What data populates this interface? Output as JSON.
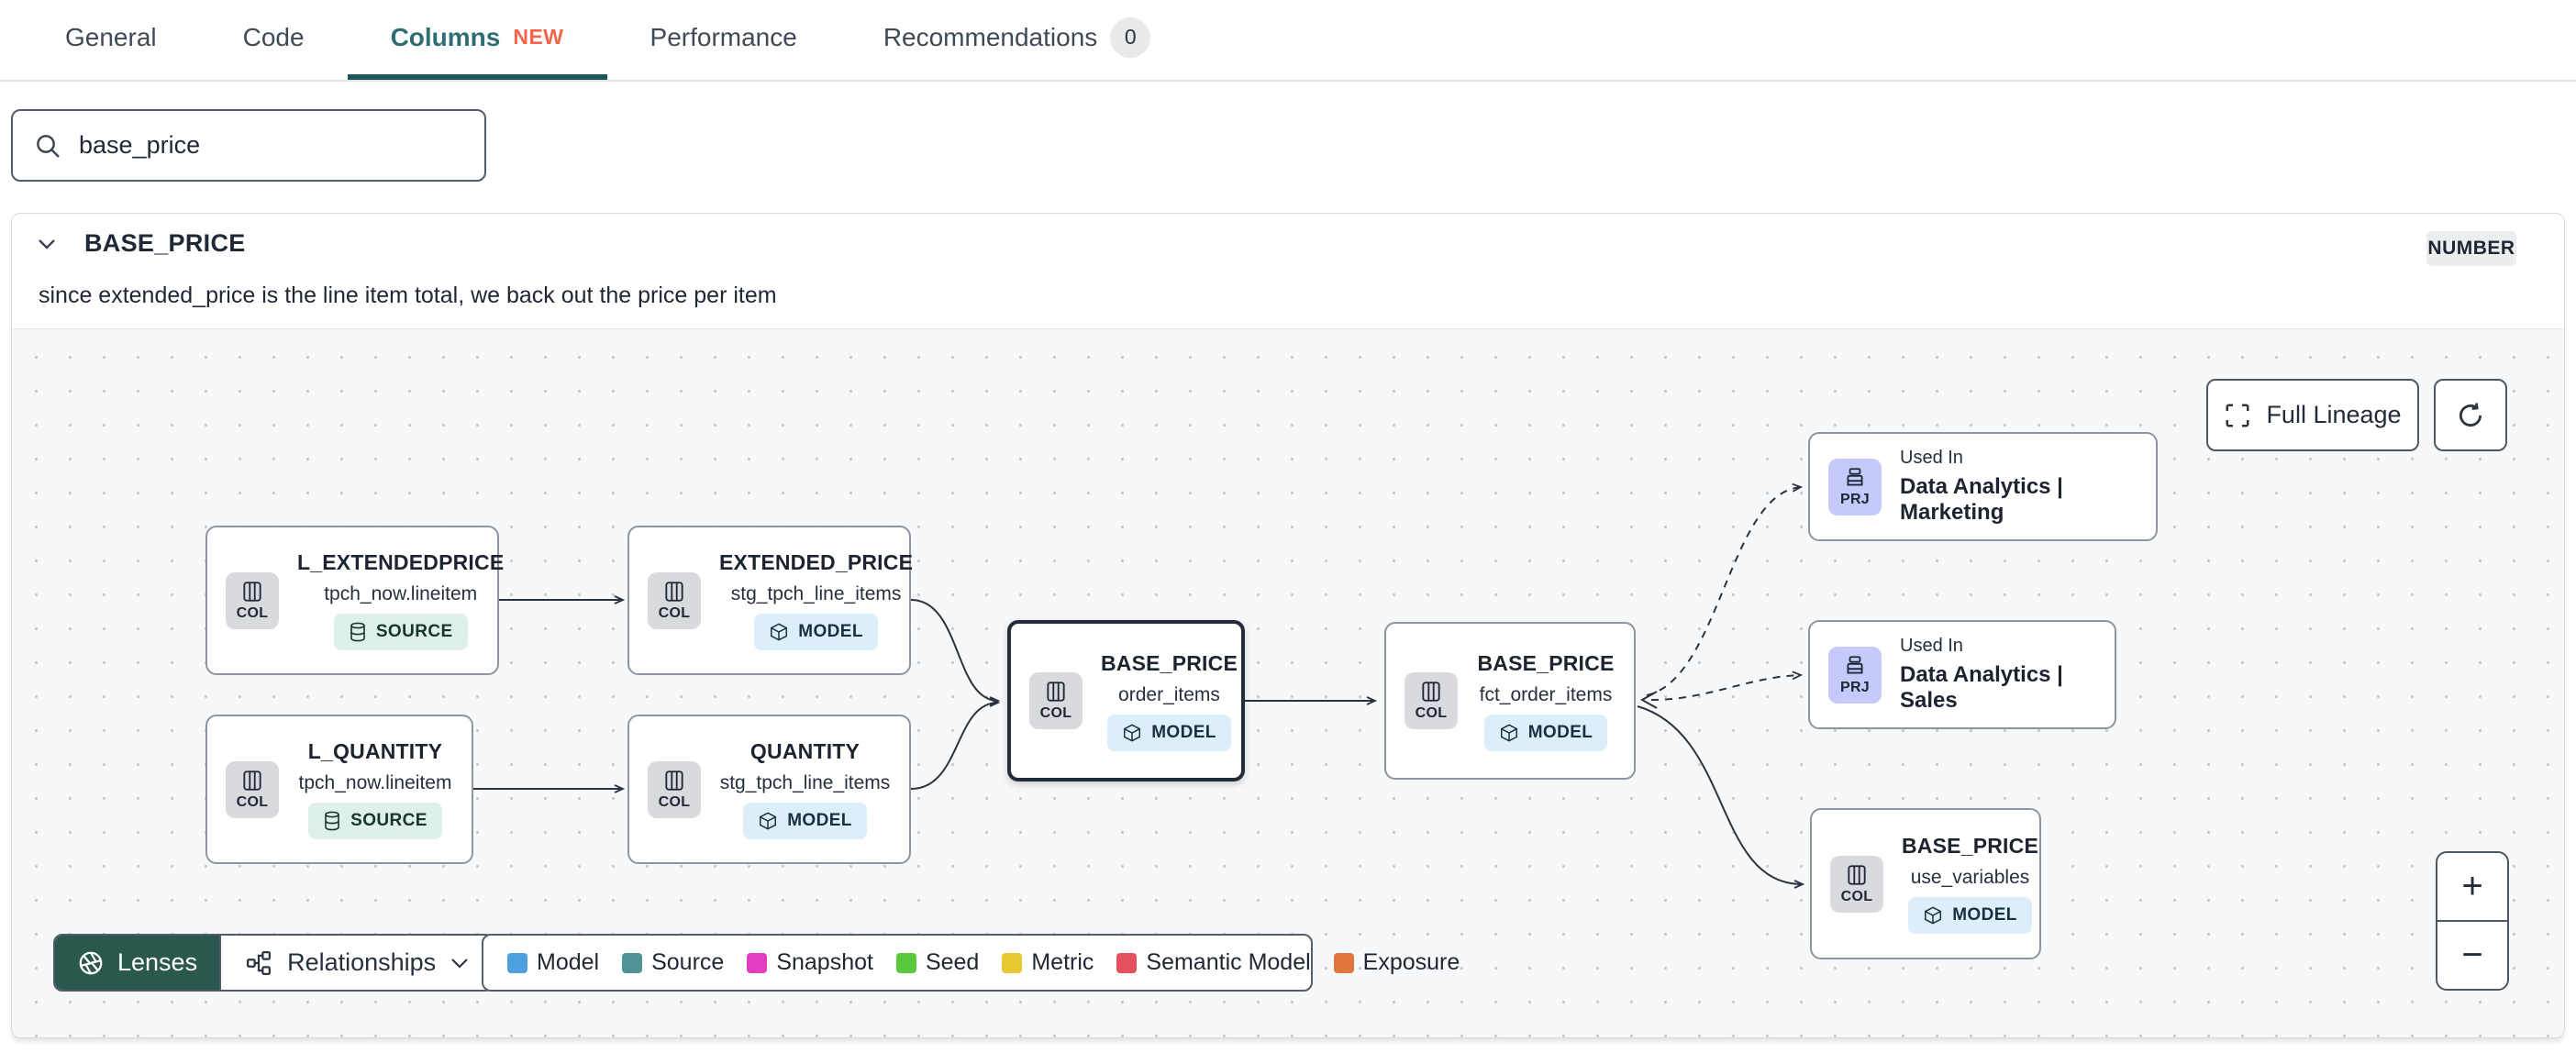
{
  "tabs": {
    "items": [
      "General",
      "Code",
      "Columns",
      "Performance",
      "Recommendations"
    ],
    "new_badge": "NEW",
    "recommendations_count": "0"
  },
  "search": {
    "value": "base_price"
  },
  "panel": {
    "column_name": "BASE_PRICE",
    "type_badge": "NUMBER",
    "description": "since extended_price is the line item total, we back out the price per item"
  },
  "lineage": {
    "full_lineage_label": "Full Lineage",
    "nodes": [
      {
        "badge": "COL",
        "title": "L_EXTENDEDPRICE",
        "subtitle": "tpch_now.lineitem",
        "chip": "SOURCE"
      },
      {
        "badge": "COL",
        "title": "EXTENDED_PRICE",
        "subtitle": "stg_tpch_line_items",
        "chip": "MODEL"
      },
      {
        "badge": "COL",
        "title": "L_QUANTITY",
        "subtitle": "tpch_now.lineitem",
        "chip": "SOURCE"
      },
      {
        "badge": "COL",
        "title": "QUANTITY",
        "subtitle": "stg_tpch_line_items",
        "chip": "MODEL"
      },
      {
        "badge": "COL",
        "title": "BASE_PRICE",
        "subtitle": "order_items",
        "chip": "MODEL"
      },
      {
        "badge": "COL",
        "title": "BASE_PRICE",
        "subtitle": "fct_order_items",
        "chip": "MODEL"
      },
      {
        "badge": "PRJ",
        "title": "Used In",
        "subtitle": "Data Analytics | Marketing"
      },
      {
        "badge": "PRJ",
        "title": "Used In",
        "subtitle": "Data Analytics | Sales"
      },
      {
        "badge": "COL",
        "title": "BASE_PRICE",
        "subtitle": "use_variables",
        "chip": "MODEL"
      }
    ],
    "toolbar": {
      "lenses": "Lenses",
      "relationships": "Relationships"
    },
    "legend": [
      {
        "label": "Model",
        "color": "#4da0e0"
      },
      {
        "label": "Source",
        "color": "#4f9397"
      },
      {
        "label": "Snapshot",
        "color": "#e23cc0"
      },
      {
        "label": "Seed",
        "color": "#57c93a"
      },
      {
        "label": "Metric",
        "color": "#e8c832"
      },
      {
        "label": "Semantic Model",
        "color": "#e5505c"
      },
      {
        "label": "Exposure",
        "color": "#e0763c"
      }
    ],
    "zoom_controls": {
      "zoom_in": "+",
      "zoom_out": "−"
    }
  }
}
